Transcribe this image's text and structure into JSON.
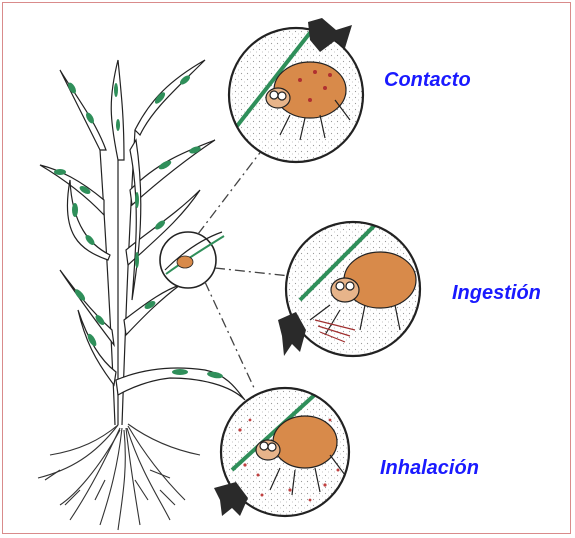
{
  "labels": {
    "contact": "Contacto",
    "ingestion": "Ingestión",
    "inhalation": "Inhalación"
  },
  "colors": {
    "label_text": "#1a1aff",
    "frame_border": "#d98b8b",
    "leaf_fill": "#2f8f5a",
    "mite_body": "#d88a4a",
    "arrow": "#2a2a2a"
  },
  "icons": [
    "plant-icon",
    "mite-icon",
    "arrow-icon",
    "magnifier-circle-icon"
  ]
}
